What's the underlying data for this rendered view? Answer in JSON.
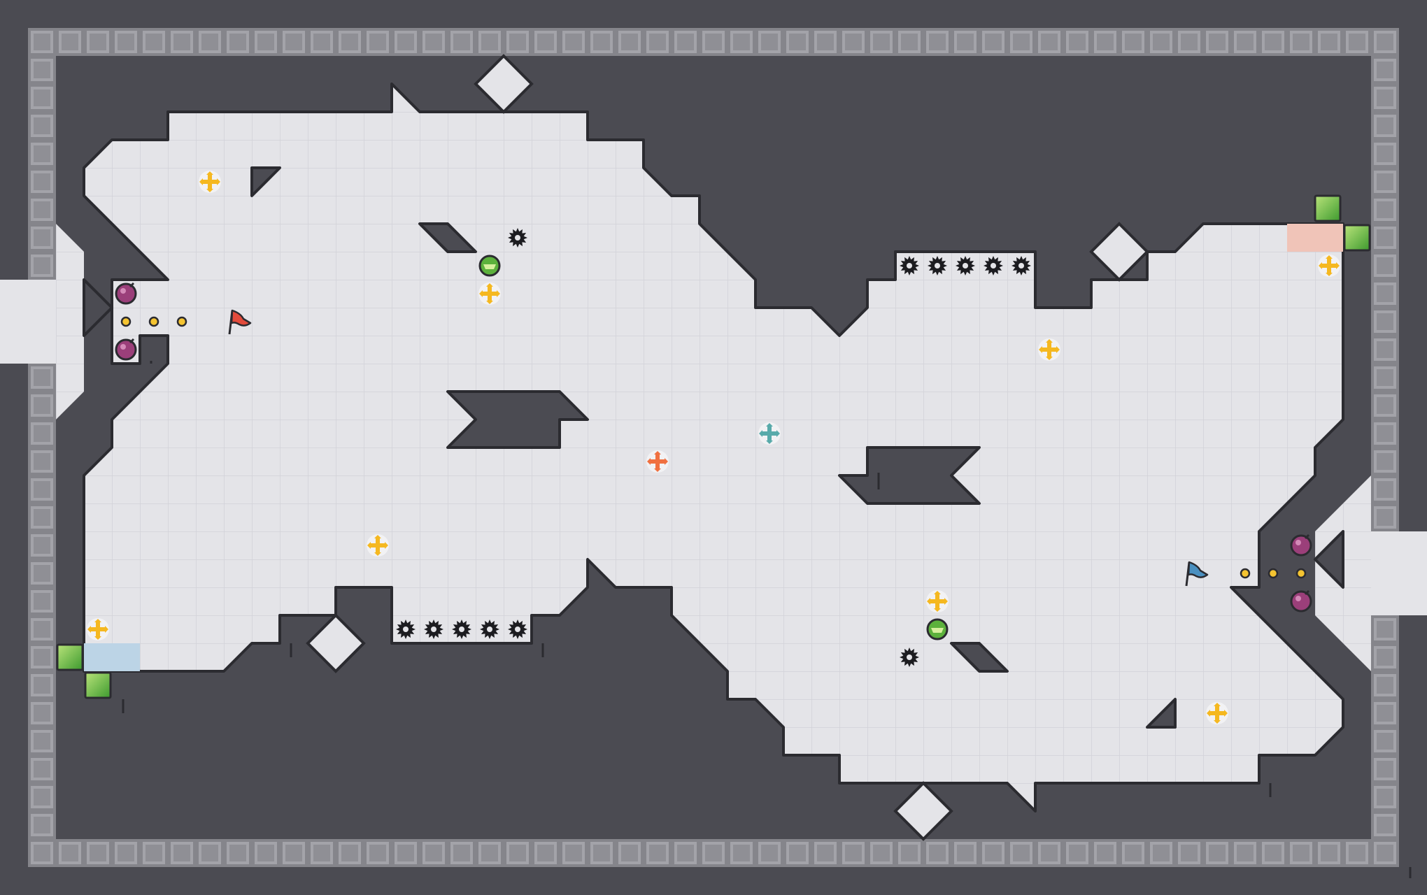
{
  "level": {
    "grid_size": 40,
    "colors": {
      "background": "#4b4b52",
      "floor": "#e4e4e8",
      "floor_grid": "#d2d2d8",
      "wall_outline": "#2b2b30",
      "border_tile": "#9a9aa0",
      "border_tile_dark": "#7c7c82",
      "spawn_red_zone": "#f0c4b8",
      "spawn_blue_zone": "#bcd4e6",
      "yellow_powerup": "#f5b820",
      "orange_powerup": "#f07040",
      "teal_powerup": "#58aaaa",
      "bomb": "#9b3f7a",
      "green_boost": "#5cb13c",
      "spike": "#1c1c20",
      "red_flag": "#e24b3c",
      "blue_flag": "#4a90c0"
    },
    "objects": {
      "red_flag": "flag-red",
      "blue_flag": "flag-blue",
      "powerups": [
        "yellow",
        "yellow",
        "yellow",
        "yellow",
        "yellow",
        "yellow",
        "yellow",
        "yellow",
        "orange",
        "teal"
      ],
      "bombs": 4,
      "spikes": 12,
      "boosts": 2
    }
  }
}
